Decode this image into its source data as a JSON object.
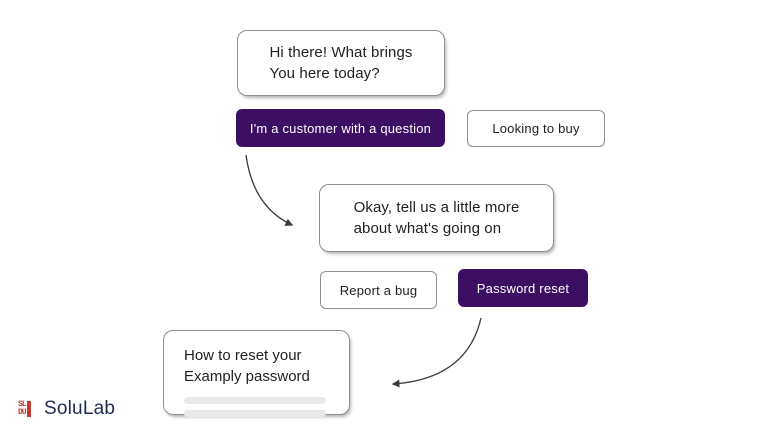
{
  "colors": {
    "background": "#ffffff",
    "primary_purple": "#3c0f63",
    "bubble_border": "#8f8f8f",
    "text_dark": "#1f1f1f",
    "placeholder_gray": "#e9e9e9",
    "arrow": "#3a3a3a",
    "logo_red": "#c23b33",
    "logo_navy": "#1e2c4e"
  },
  "chatbot_flow": {
    "greeting": {
      "line1": "Hi there! What brings",
      "line2": "You here today?"
    },
    "options_level1": [
      {
        "label": "I'm a customer with a question",
        "style": "primary"
      },
      {
        "label": "Looking to buy",
        "style": "secondary"
      }
    ],
    "followup": {
      "line1": "Okay, tell us a little more",
      "line2": "about what's going on"
    },
    "options_level2": [
      {
        "label": "Report a bug",
        "style": "secondary"
      },
      {
        "label": "Password reset",
        "style": "primary"
      }
    ],
    "result_card": {
      "title_line1": "How to reset your",
      "title_line2": "Examply password",
      "placeholder_line_count": 2
    }
  },
  "logo": {
    "name": "SoluLab",
    "icon_row1": "SL",
    "icon_row2": "DU"
  }
}
